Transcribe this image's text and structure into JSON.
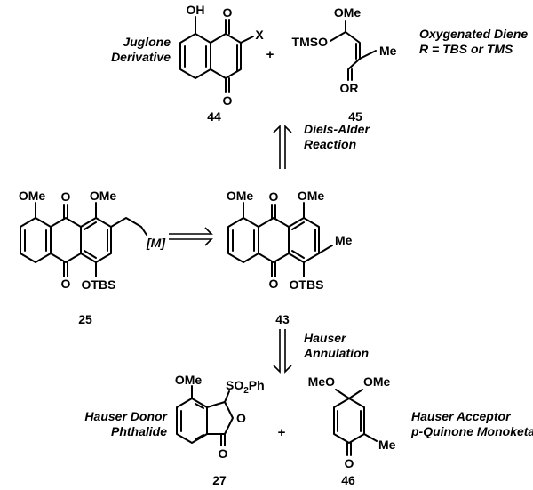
{
  "compounds": {
    "c44": {
      "number": "44",
      "caption_lines": [
        "Juglone",
        "Derivative"
      ],
      "labels": {
        "oh": "OH",
        "o_top": "O",
        "o_bottom": "O",
        "x": "X"
      }
    },
    "c45": {
      "number": "45",
      "caption_lines": [
        "Oxygenated Diene",
        "R = TBS or TMS"
      ],
      "labels": {
        "ome": "OMe",
        "tmso": "TMSO",
        "me": "Me",
        "or": "OR"
      }
    },
    "c25": {
      "number": "25",
      "labels": {
        "ome_left": "OMe",
        "ome_right": "OMe",
        "o_top": "O",
        "o_bottom": "O",
        "otbs": "OTBS",
        "m": "[M]"
      }
    },
    "c43": {
      "number": "43",
      "labels": {
        "ome_left": "OMe",
        "ome_right": "OMe",
        "o_top": "O",
        "o_bottom": "O",
        "otbs": "OTBS",
        "me": "Me"
      }
    },
    "c27": {
      "number": "27",
      "caption_lines": [
        "Hauser Donor",
        "Phthalide"
      ],
      "labels": {
        "ome": "OMe",
        "so2": "SO",
        "so2_sub": "2",
        "so2_ph": "Ph",
        "o_ring": "O",
        "o_carbonyl": "O"
      }
    },
    "c46": {
      "number": "46",
      "caption_lines": [
        "Hauser Acceptor",
        "p-Quinone Monoketal"
      ],
      "labels": {
        "meo": "MeO",
        "ome": "OMe",
        "o": "O",
        "me": "Me"
      }
    }
  },
  "plus_signs": [
    "+",
    "+"
  ],
  "steps": {
    "diels_alder": [
      "Diels-Alder",
      "Reaction"
    ],
    "hauser": [
      "Hauser",
      "Annulation"
    ]
  }
}
